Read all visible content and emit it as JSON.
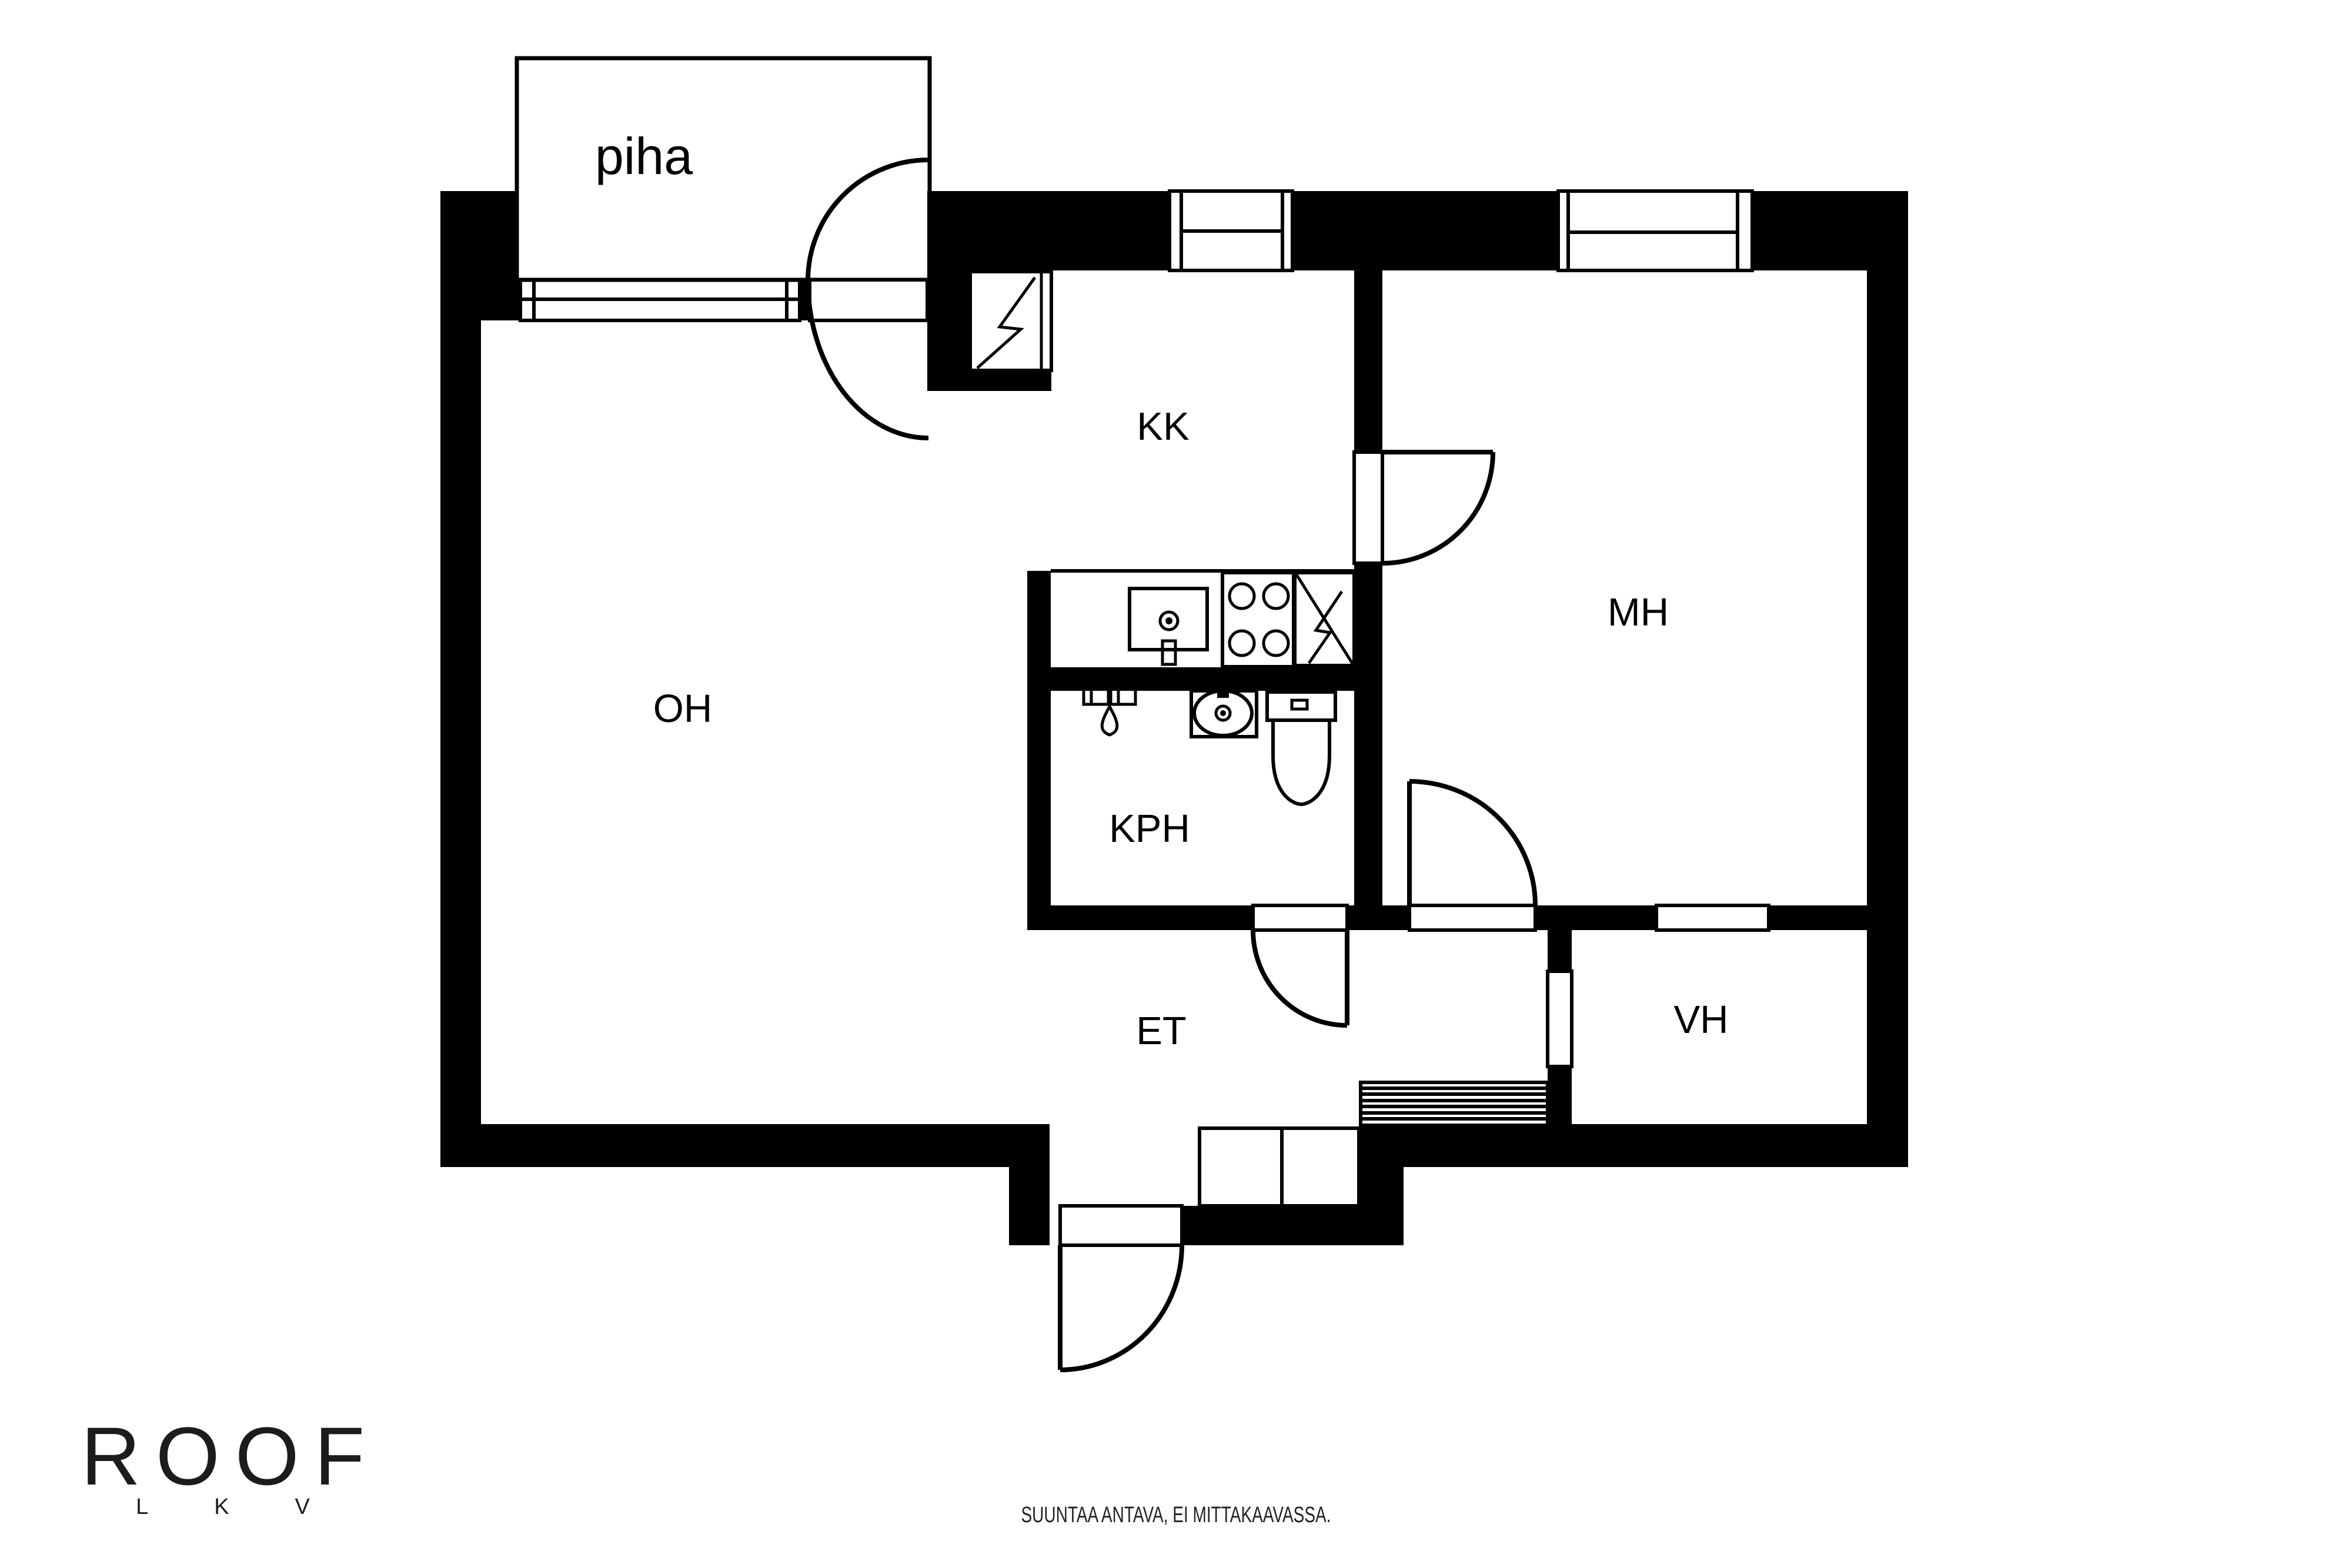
{
  "floorplan": {
    "rooms": [
      {
        "id": "piha",
        "label": "piha",
        "type": "yard"
      },
      {
        "id": "kk",
        "label": "KK",
        "type": "kitchenette"
      },
      {
        "id": "oh",
        "label": "OH",
        "type": "living-room"
      },
      {
        "id": "mh",
        "label": "MH",
        "type": "bedroom"
      },
      {
        "id": "kph",
        "label": "KPH",
        "type": "bathroom"
      },
      {
        "id": "et",
        "label": "ET",
        "type": "entry-hall"
      },
      {
        "id": "vh",
        "label": "VH",
        "type": "walk-in-closet"
      }
    ],
    "colors": {
      "wall": "#000000",
      "floor": "#ffffff",
      "line": "#000000"
    },
    "icons": {
      "door-swing-icon": "quarter-circle-arc-with-leaf",
      "window-icon": "double-line-rectangle-in-wall",
      "stairs-icon": "hatched-strip-horizontal-treads",
      "stove-icon": "rectangle-with-four-burner-circles",
      "kitchen-sink-icon": "square-with-drain-and-tap",
      "appliance-icon": "rectangle-with-diagonal-and-lightning-bolt",
      "electrical-panel-icon": "rectangle-with-lightning-bolt",
      "washbasin-icon": "square-with-basin-circle",
      "toilet-icon": "cistern-rectangle-with-bowl",
      "washer-connection-icon": "twin-taps-with-water-drop",
      "wardrobe-icon": "two-cell-rectangle"
    }
  },
  "branding": {
    "logo": "ROOF",
    "logo_sub": "LKV"
  },
  "footer": {
    "disclaimer": "SUUNTAA ANTAVA, EI MITTAKAAVASSA."
  }
}
